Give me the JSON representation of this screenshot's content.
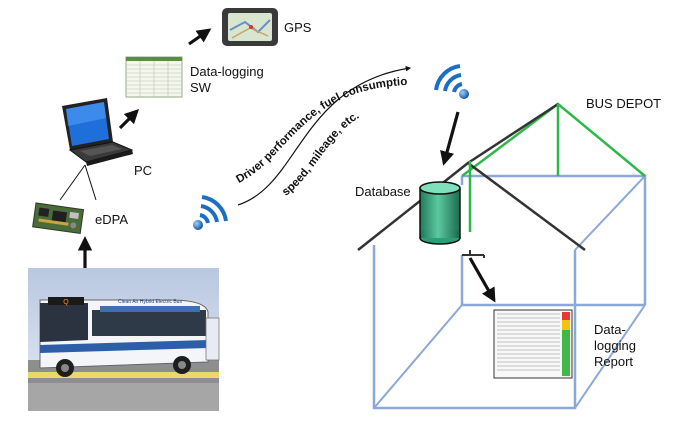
{
  "labels": {
    "gps": "GPS",
    "datalogging_sw_line1": "Data-logging",
    "datalogging_sw_line2": "SW",
    "pc": "PC",
    "edpa": "eDPA",
    "bus_depot": "BUS DEPOT",
    "database": "Database",
    "report_line1": "Data-",
    "report_line2": "logging",
    "report_line3": "Report"
  },
  "transmission_text": {
    "line1": "Driver performance, fuel consumption,",
    "line2": "speed, mileage, etc."
  },
  "bus": {
    "destination_sign": "Q",
    "banner": "Clean Air Hybrid Electric Bus"
  },
  "icons": [
    "gps-device-icon",
    "spreadsheet-icon",
    "laptop-icon",
    "circuit-board-icon",
    "wireless-signal-icon",
    "database-cylinder-icon",
    "report-document-icon",
    "bus-photo"
  ],
  "colors": {
    "wireless_blue": "#1a6fc4",
    "database_green": "#2e9e7a",
    "roof_green": "#2db84a",
    "house_blue": "#8aa8d8",
    "house_dark": "#333333"
  }
}
